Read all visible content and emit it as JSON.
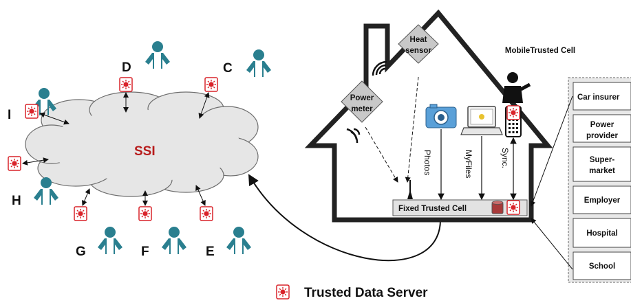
{
  "cloud": {
    "label": "SSI"
  },
  "persons": [
    {
      "id": "D",
      "label": "D"
    },
    {
      "id": "C",
      "label": "C"
    },
    {
      "id": "I",
      "label": "I"
    },
    {
      "id": "H",
      "label": "H"
    },
    {
      "id": "G",
      "label": "G"
    },
    {
      "id": "F",
      "label": "F"
    },
    {
      "id": "E",
      "label": "E"
    }
  ],
  "house": {
    "heat_sensor": [
      "Heat",
      "sensor"
    ],
    "power_meter": [
      "Power",
      "meter"
    ],
    "mobile_cell": "MobileTrusted Cell",
    "fixed_cell": "Fixed Trusted Cell",
    "arrows": {
      "photos": "Photos",
      "myfiles": "MyFiles",
      "sync": "Sync."
    }
  },
  "providers": [
    {
      "lines": [
        "Car insurer"
      ]
    },
    {
      "lines": [
        "Power",
        "provider"
      ]
    },
    {
      "lines": [
        "Super-",
        "market"
      ]
    },
    {
      "lines": [
        "Employer"
      ]
    },
    {
      "lines": [
        "Hospital"
      ]
    },
    {
      "lines": [
        "School"
      ]
    }
  ],
  "legend": {
    "label": "Trusted Data Server"
  },
  "colors": {
    "person": "#2a7f8f",
    "server_red": "#d9232a",
    "cloud_fill": "#e6e6e6",
    "sensor_fill": "#c8c8c8",
    "ssi_text": "#b71c1c"
  }
}
